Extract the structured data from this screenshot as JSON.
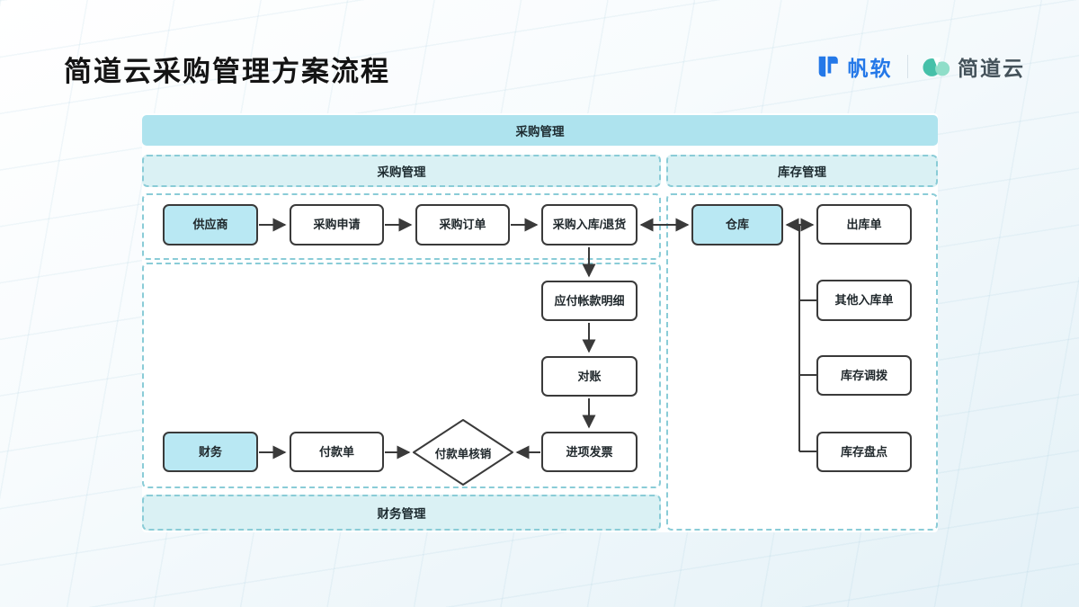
{
  "page": {
    "title": "简道云采购管理方案流程"
  },
  "logos": {
    "fanruan": "帆软",
    "jiandaoyun": "简道云"
  },
  "diagram": {
    "top_banner": "采购管理",
    "section_headers": {
      "procurement": "采购管理",
      "inventory": "库存管理",
      "finance": "财务管理"
    },
    "nodes": {
      "supplier": "供应商",
      "purchase_request": "采购申请",
      "purchase_order": "采购订单",
      "purchase_inbound_return": "采购入库/退货",
      "warehouse": "仓库",
      "outbound_order": "出库单",
      "other_inbound_order": "其他入库单",
      "inventory_transfer": "库存调拨",
      "inventory_stocktake": "库存盘点",
      "payable_detail": "应付帐款明细",
      "reconciliation": "对账",
      "input_invoice": "进项发票",
      "finance": "财务",
      "payment_order": "付款单",
      "payment_writeoff": "付款单核销"
    },
    "colors": {
      "banner_fill": "#aee3ee",
      "header_fill": "#daf1f4",
      "accent_node_fill": "#b9e8f3",
      "dashed_border": "#8accd7",
      "node_border": "#3a3a3a",
      "arrow": "#3a3a3a",
      "fanruan_blue": "#2478e8",
      "jdy_green_dark": "#45c0a9",
      "jdy_green_light": "#8fdec9"
    }
  }
}
